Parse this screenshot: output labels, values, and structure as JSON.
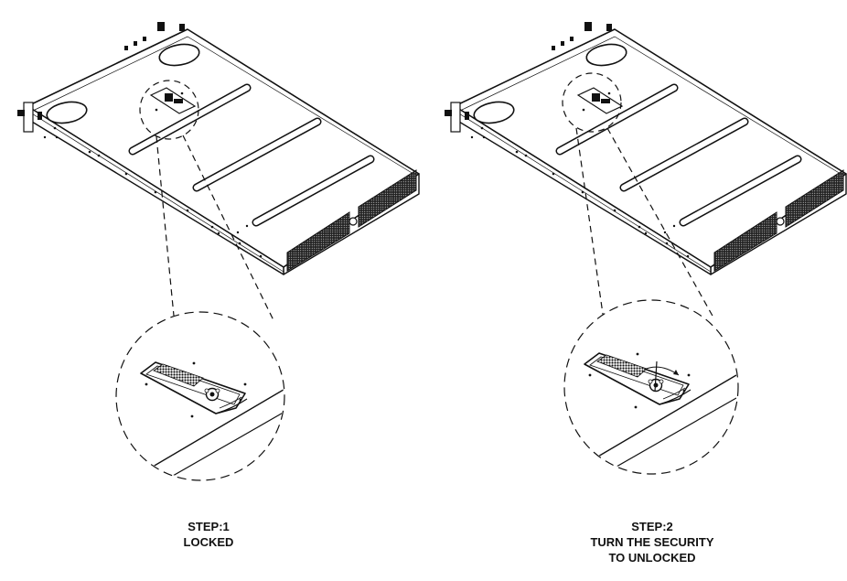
{
  "figure": {
    "panels": [
      {
        "id": "step1",
        "step_label": "STEP:1",
        "lines": [
          "LOCKED"
        ]
      },
      {
        "id": "step2",
        "step_label": "STEP:2",
        "lines": [
          "TURN THE SECURITY",
          "TO UNLOCKED"
        ]
      }
    ]
  },
  "colors": {
    "stroke": "#111111",
    "background": "#ffffff"
  }
}
